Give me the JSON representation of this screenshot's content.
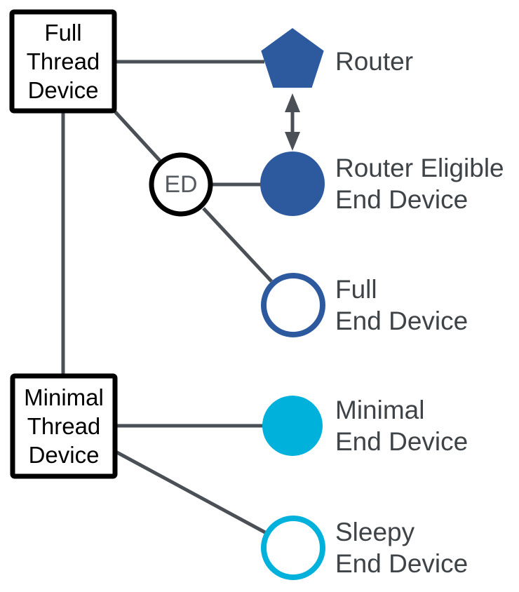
{
  "diagram": {
    "background": "#ffffff",
    "boxes": [
      {
        "id": "full-thread-device",
        "lines": [
          "Full",
          "Thread",
          "Device"
        ]
      },
      {
        "id": "minimal-thread-device",
        "lines": [
          "Minimal",
          "Thread",
          "Device"
        ]
      }
    ],
    "ed_badge": {
      "label": "ED"
    },
    "nodes": [
      {
        "id": "router",
        "shape": "pentagon",
        "style": "filled",
        "color": "#2d5a9e",
        "label_lines": [
          "Router"
        ]
      },
      {
        "id": "router-eligible-end-device",
        "shape": "circle",
        "style": "filled",
        "color": "#2d5a9e",
        "label_lines": [
          "Router Eligible",
          "End Device"
        ]
      },
      {
        "id": "full-end-device",
        "shape": "circle",
        "style": "outline",
        "color": "#2d5a9e",
        "label_lines": [
          "Full",
          "End Device"
        ]
      },
      {
        "id": "minimal-end-device",
        "shape": "circle",
        "style": "filled",
        "color": "#00b1dc",
        "label_lines": [
          "Minimal",
          "End Device"
        ]
      },
      {
        "id": "sleepy-end-device",
        "shape": "circle",
        "style": "outline",
        "color": "#00b1dc",
        "label_lines": [
          "Sleepy",
          "End Device"
        ]
      }
    ],
    "connections": [
      {
        "from": "full-thread-device",
        "to": "router",
        "type": "line"
      },
      {
        "from": "full-thread-device",
        "to": "minimal-thread-device",
        "type": "line"
      },
      {
        "from": "full-thread-device",
        "to": "ed-badge",
        "type": "line"
      },
      {
        "from": "ed-badge",
        "to": "router-eligible-end-device",
        "type": "line"
      },
      {
        "from": "ed-badge",
        "to": "full-end-device",
        "type": "line"
      },
      {
        "from": "minimal-thread-device",
        "to": "minimal-end-device",
        "type": "line"
      },
      {
        "from": "minimal-thread-device",
        "to": "sleepy-end-device",
        "type": "line"
      },
      {
        "from": "router",
        "to": "router-eligible-end-device",
        "type": "double-arrow"
      }
    ],
    "colors": {
      "dark_blue": "#2d5a9e",
      "cyan": "#00b1dc",
      "line_gray": "#4a5056",
      "label_gray": "#3e4347",
      "ed_text_gray": "#555b61",
      "box_border_black": "#000000",
      "box_fill_white": "#ffffff"
    }
  }
}
